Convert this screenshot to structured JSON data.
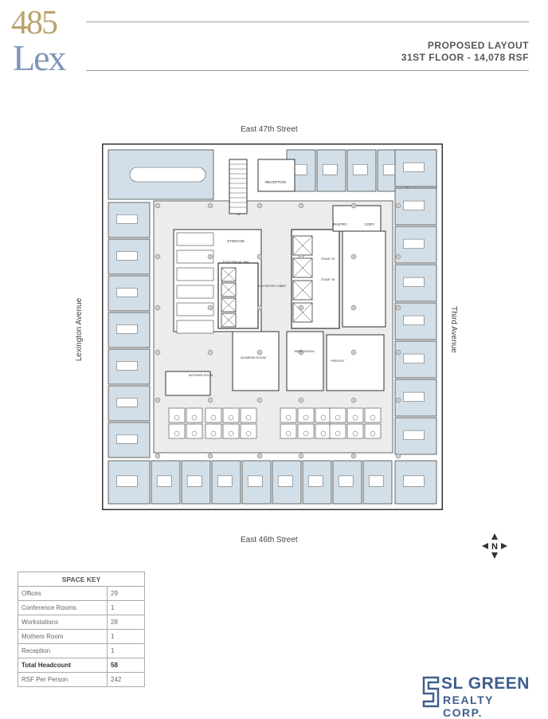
{
  "logo": {
    "line1": "485",
    "line2": "Lex"
  },
  "header": {
    "title": "PROPOSED LAYOUT",
    "subtitle": "31ST FLOOR - 14,078 RSF"
  },
  "streets": {
    "north": "East 47th Street",
    "south": "East 46th Street",
    "west": "Lexington Avenue",
    "east": "Third Avenue"
  },
  "plan_labels": {
    "reception": "RECEPTION",
    "pantry": "PANTRY",
    "copy": "COPY",
    "storage": "STORAGE",
    "electrical": "ELECTRICAL RM",
    "elevator_lobby": "ELEVATOR LOBBY",
    "stair_a": "STAIR \"A\"",
    "stair_b": "STAIR \"B\"",
    "womens": "WOMENS ROOM",
    "mens": "MENS ROOM",
    "mothers": "MOTHERS ROOM",
    "freight": "FREIGHT",
    "up": "UP"
  },
  "compass": {
    "letter": "N"
  },
  "space_key": {
    "title": "SPACE KEY",
    "rows": [
      {
        "label": "Offices",
        "value": "29"
      },
      {
        "label": "Conference Rooms",
        "value": "1"
      },
      {
        "label": "Workstations",
        "value": "28"
      },
      {
        "label": "Mothers Room",
        "value": "1"
      },
      {
        "label": "Reception",
        "value": "1"
      },
      {
        "label": "Total Headcount",
        "value": "58"
      },
      {
        "label": "RSF Per Person",
        "value": "242"
      }
    ]
  },
  "brand": {
    "name": "SL GREEN",
    "sub": "REALTY CORP."
  },
  "colors": {
    "office_fill": "#d3dfe8",
    "wall": "#333333",
    "gold": "#b9a36c",
    "brand_blue": "#3f5f8e"
  }
}
